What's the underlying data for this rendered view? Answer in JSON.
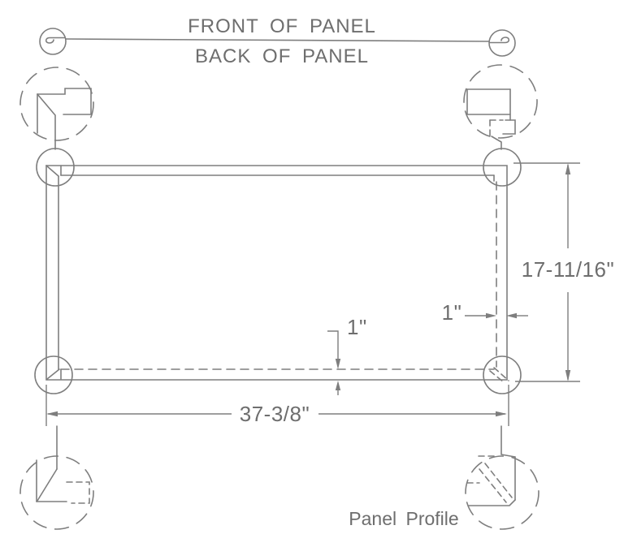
{
  "drawing": {
    "labels": {
      "front_of_panel": "FRONT OF PANEL",
      "back_of_panel": "BACK OF PANEL",
      "caption": "Panel Profile"
    },
    "dimensions": {
      "panel_height": "17-11/16\"",
      "panel_width": "37-3/8\"",
      "flange_right": "1\"",
      "flange_bottom": "1\""
    },
    "colors": {
      "line": "#7e7e7e",
      "text": "#6e6e6e",
      "background": "#ffffff"
    }
  }
}
